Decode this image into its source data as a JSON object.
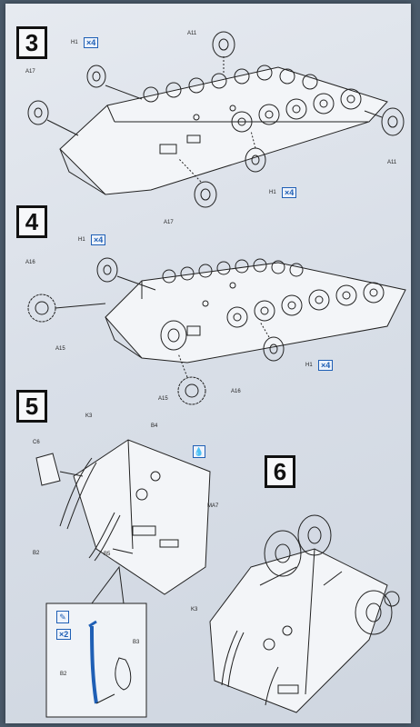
{
  "steps": {
    "s3": "3",
    "s4": "4",
    "s5": "5",
    "s6": "6"
  },
  "labels": {
    "s3_A11_top": "A11",
    "s3_H1_top": "H1",
    "s3_H1_top_qty": "×4",
    "s3_A17_left": "A17",
    "s3_A11_right": "A11",
    "s3_H1_bottom": "H1",
    "s3_H1_bottom_qty": "×4",
    "s3_A17_bottom": "A17",
    "s4_H1_top": "H1",
    "s4_H1_top_qty": "×4",
    "s4_A16_left": "A16",
    "s4_A15_left": "A15",
    "s4_H1_bottom": "H1",
    "s4_H1_bottom_qty": "×4",
    "s4_A15_bottom": "A15",
    "s4_A16_bottom": "A16",
    "s5_K3": "K3",
    "s5_B4": "B4",
    "s5_C6": "C6",
    "s5_MA7": "MA7",
    "s5_B2": "B2",
    "s5_B5": "B5",
    "inset_qty": "×2",
    "inset_B2": "B2",
    "inset_B3": "B3",
    "s6_K3": "K3"
  },
  "icons": {
    "glue": "glue-drop-icon",
    "knife": "hobby-knife-icon"
  },
  "colors": {
    "accent_blue": "#1f5fb5"
  }
}
